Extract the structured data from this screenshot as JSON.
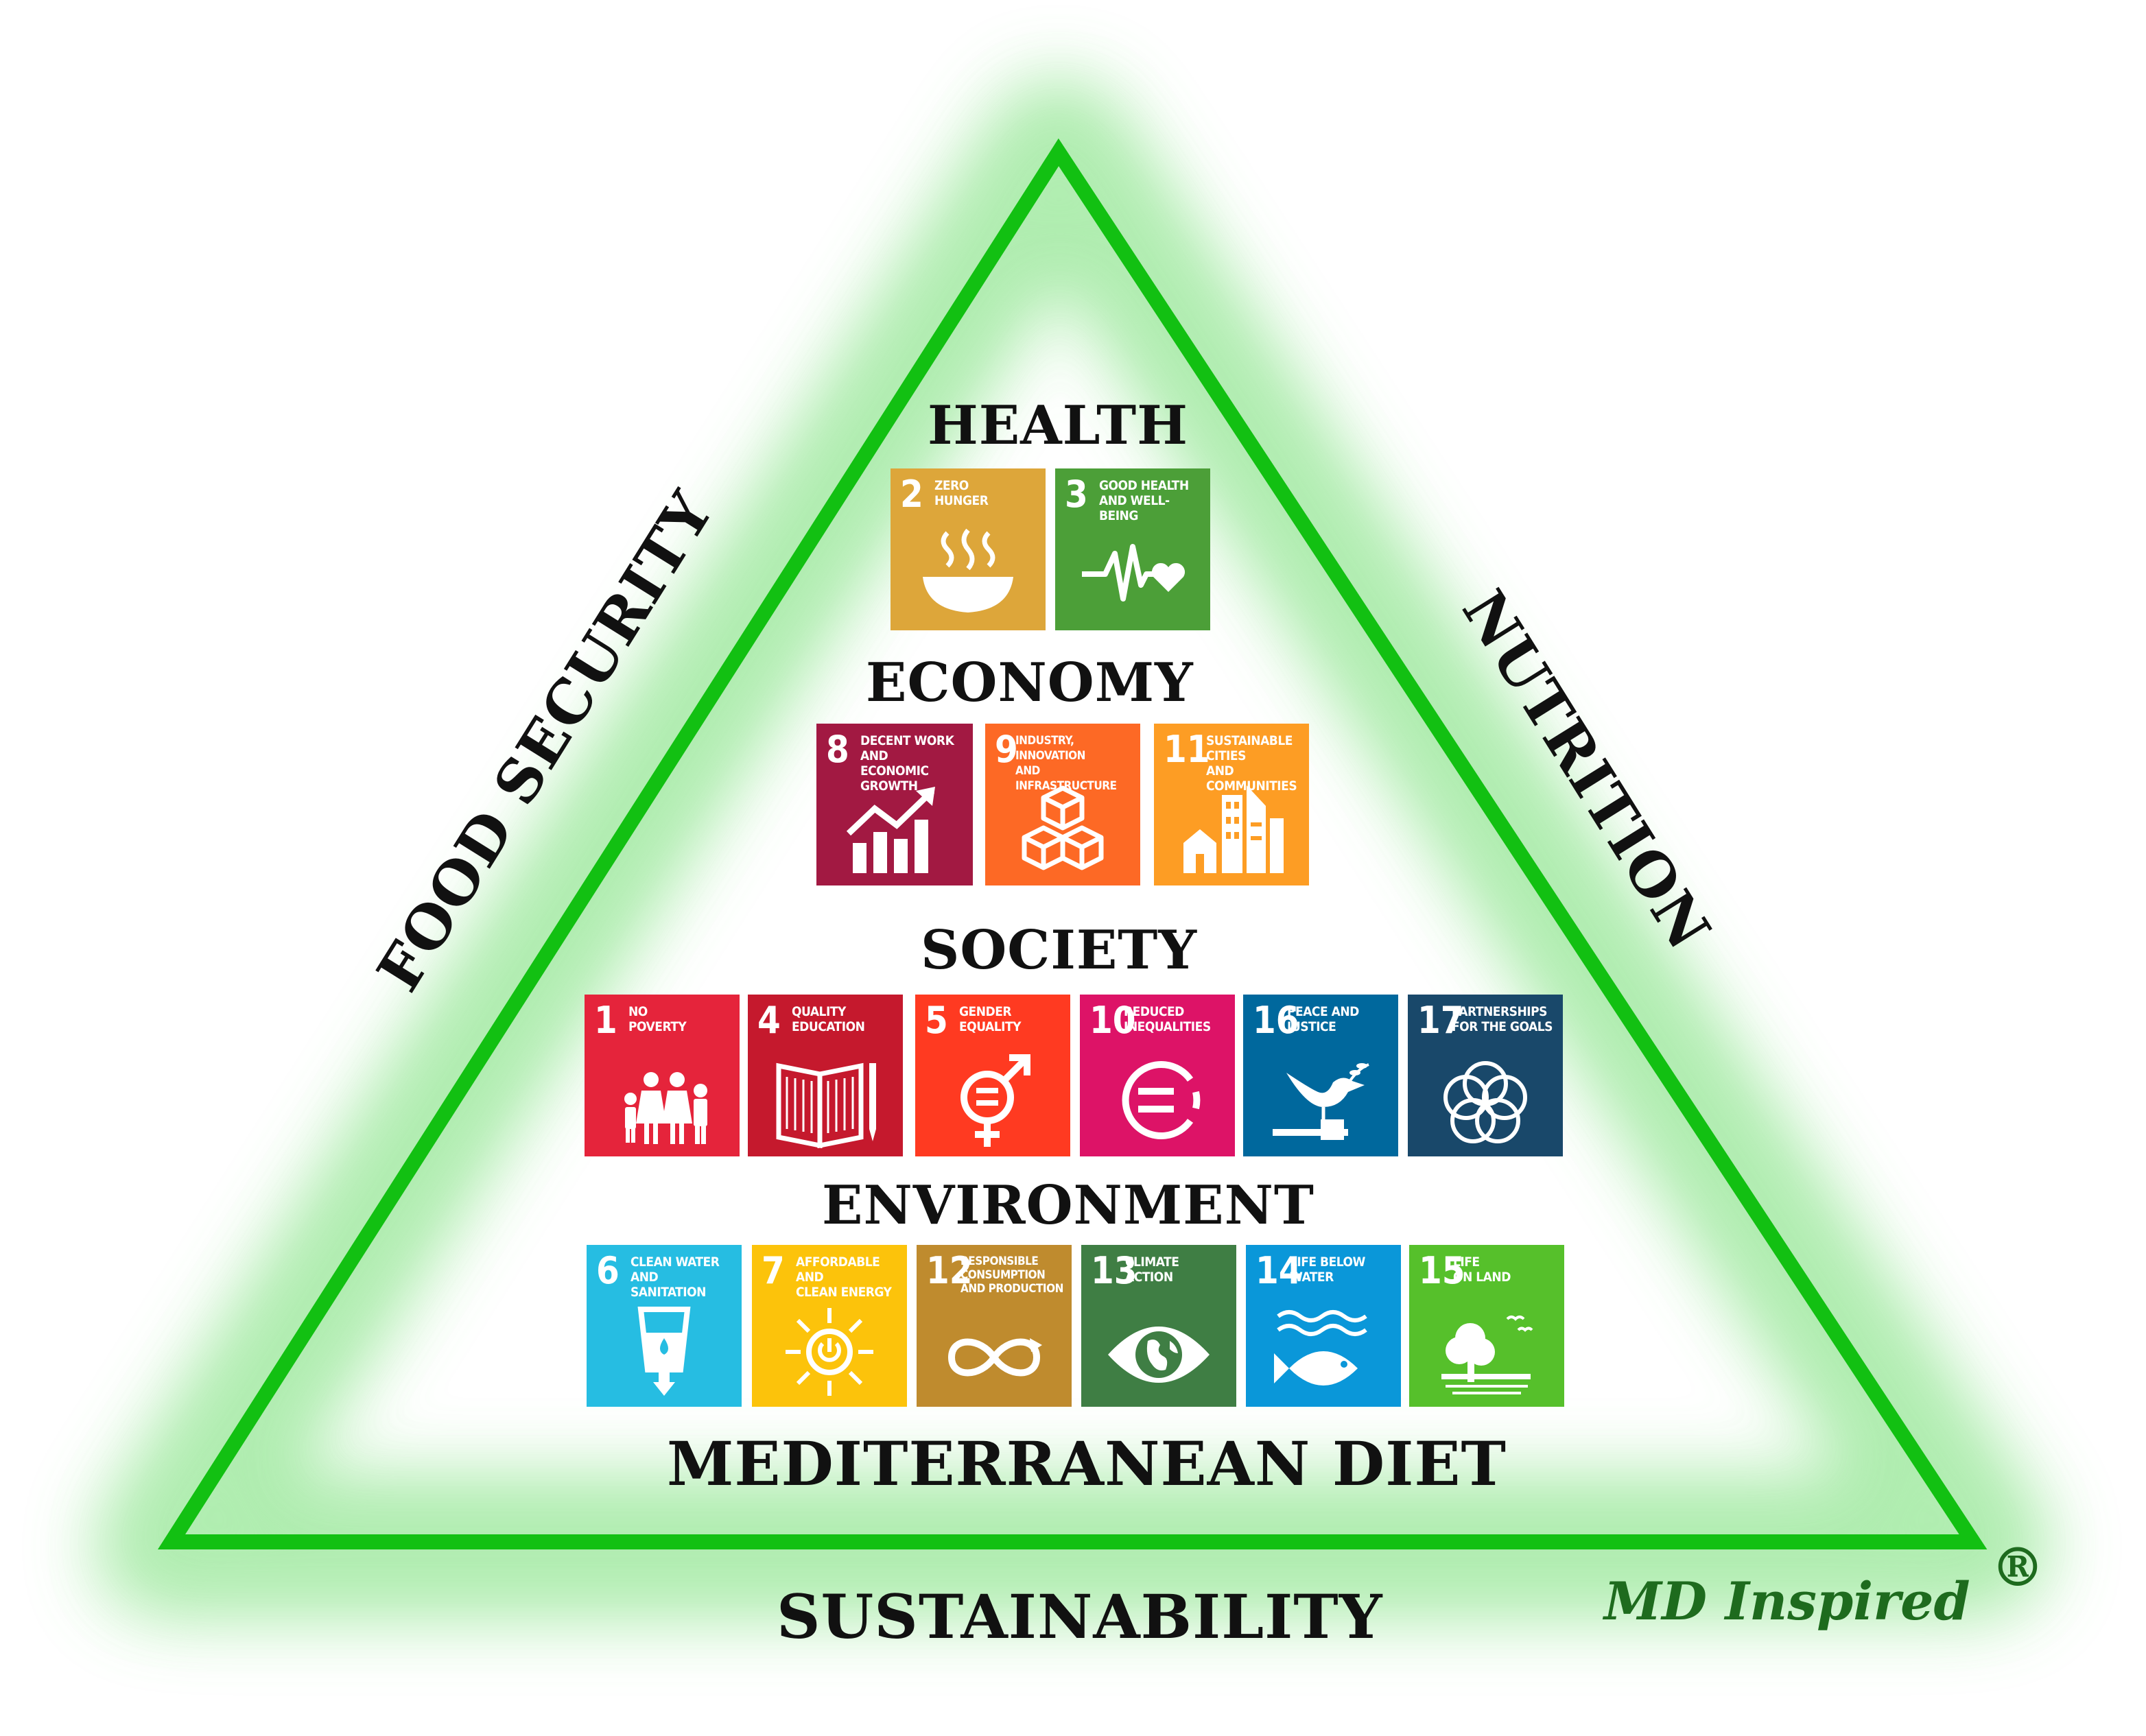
{
  "labels": {
    "health": "HEALTH",
    "economy": "ECONOMY",
    "society": "SOCIETY",
    "environment": "ENVIRONMENT",
    "base": "MEDITERRANEAN DIET",
    "left_side": "FOOD SECURITY",
    "right_side": "NUTRITION",
    "bottom": "SUSTAINABILITY",
    "brand": "MD Inspired",
    "brand_mark": "®"
  },
  "colors": {
    "triangle": "#12c012",
    "glow": "#9be89b",
    "sdg2": "#DDA63A",
    "sdg3": "#4C9F38",
    "sdg8": "#A21942",
    "sdg9": "#FD6925",
    "sdg11": "#FD9D24",
    "sdg1": "#E5243B",
    "sdg4": "#C5192D",
    "sdg5": "#FF3A21",
    "sdg10": "#DD1367",
    "sdg16": "#00689D",
    "sdg17": "#19486A",
    "sdg6": "#26BDE2",
    "sdg7": "#FCC30B",
    "sdg12": "#BF8B2E",
    "sdg13": "#3F7E44",
    "sdg14": "#0A97D9",
    "sdg15": "#56C02B"
  },
  "goals": {
    "g2": {
      "num": "2",
      "text": "ZERO\nHUNGER",
      "icon": "bowl-icon"
    },
    "g3": {
      "num": "3",
      "text": "GOOD HEALTH\nAND WELL-BEING",
      "icon": "heartbeat-icon"
    },
    "g8": {
      "num": "8",
      "text": "DECENT WORK AND\nECONOMIC GROWTH",
      "icon": "growth-chart-icon"
    },
    "g9": {
      "num": "9",
      "text": "INDUSTRY, INNOVATION\nAND INFRASTRUCTURE",
      "icon": "cubes-icon"
    },
    "g11": {
      "num": "11",
      "text": "SUSTAINABLE CITIES\nAND COMMUNITIES",
      "icon": "city-icon"
    },
    "g1": {
      "num": "1",
      "text": "NO\nPOVERTY",
      "icon": "family-icon"
    },
    "g4": {
      "num": "4",
      "text": "QUALITY\nEDUCATION",
      "icon": "book-icon"
    },
    "g5": {
      "num": "5",
      "text": "GENDER\nEQUALITY",
      "icon": "gender-icon"
    },
    "g10": {
      "num": "10",
      "text": "REDUCED\nINEQUALITIES",
      "icon": "equal-icon"
    },
    "g16": {
      "num": "16",
      "text": "PEACE AND\nJUSTICE",
      "icon": "dove-icon"
    },
    "g17": {
      "num": "17",
      "text": "PARTNERSHIPS\nFOR THE GOALS",
      "icon": "rings-icon"
    },
    "g6": {
      "num": "6",
      "text": "CLEAN WATER\nAND SANITATION",
      "icon": "water-icon"
    },
    "g7": {
      "num": "7",
      "text": "AFFORDABLE AND\nCLEAN ENERGY",
      "icon": "sun-power-icon"
    },
    "g12": {
      "num": "12",
      "text": "RESPONSIBLE\nCONSUMPTION\nAND PRODUCTION",
      "icon": "infinity-icon"
    },
    "g13": {
      "num": "13",
      "text": "CLIMATE\nACTION",
      "icon": "eye-globe-icon"
    },
    "g14": {
      "num": "14",
      "text": "LIFE BELOW\nWATER",
      "icon": "fish-icon"
    },
    "g15": {
      "num": "15",
      "text": "LIFE\nON LAND",
      "icon": "tree-icon"
    }
  }
}
